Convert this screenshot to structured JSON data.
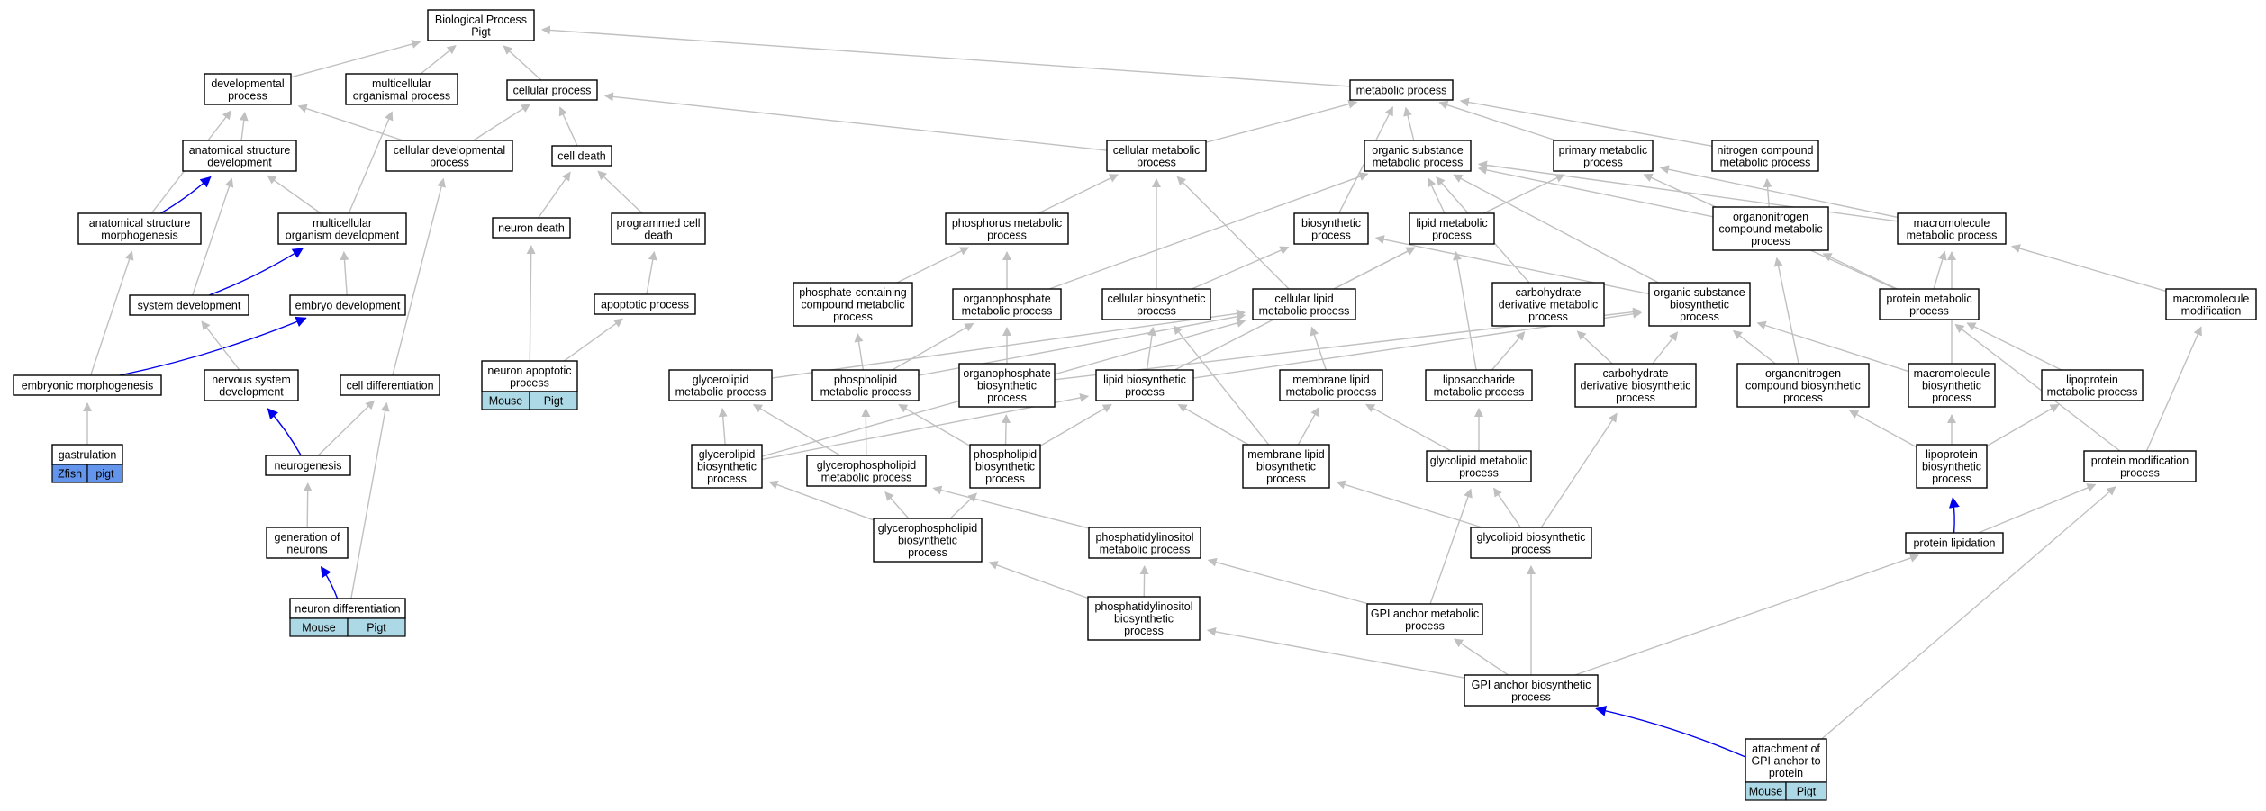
{
  "colors": {
    "edge_default": "#c0c0c0",
    "edge_highlight": "#0000ee",
    "tag_mouse": "#add8e6",
    "tag_zfish": "#6495ed",
    "tag_text_light": "#ffffff",
    "tag_text_dark": "#000000"
  },
  "nodes": [
    {
      "id": "bp",
      "lines": [
        "Biological Process",
        "Pigt"
      ]
    },
    {
      "id": "dev",
      "lines": [
        "developmental",
        "process"
      ]
    },
    {
      "id": "mcp",
      "lines": [
        "multicellular",
        "organismal process"
      ]
    },
    {
      "id": "cellp",
      "lines": [
        "cellular process"
      ]
    },
    {
      "id": "met",
      "lines": [
        "metabolic process"
      ]
    },
    {
      "id": "asd",
      "lines": [
        "anatomical structure",
        "development"
      ]
    },
    {
      "id": "cdp",
      "lines": [
        "cellular developmental",
        "process"
      ]
    },
    {
      "id": "celldeath",
      "lines": [
        "cell death"
      ]
    },
    {
      "id": "cmp",
      "lines": [
        "cellular metabolic",
        "process"
      ]
    },
    {
      "id": "osmp",
      "lines": [
        "organic substance",
        "metabolic process"
      ]
    },
    {
      "id": "pmp",
      "lines": [
        "primary metabolic",
        "process"
      ]
    },
    {
      "id": "ncmp",
      "lines": [
        "nitrogen compound",
        "metabolic process"
      ]
    },
    {
      "id": "asm",
      "lines": [
        "anatomical structure",
        "morphogenesis"
      ]
    },
    {
      "id": "mod",
      "lines": [
        "multicellular",
        "organism development"
      ]
    },
    {
      "id": "ndeath",
      "lines": [
        "neuron death"
      ]
    },
    {
      "id": "pcd",
      "lines": [
        "programmed cell",
        "death"
      ]
    },
    {
      "id": "phmp",
      "lines": [
        "phosphorus metabolic",
        "process"
      ]
    },
    {
      "id": "biop",
      "lines": [
        "biosynthetic",
        "process"
      ]
    },
    {
      "id": "lmp",
      "lines": [
        "lipid metabolic",
        "process"
      ]
    },
    {
      "id": "oncmp",
      "lines": [
        "organonitrogen",
        "compound metabolic",
        "process"
      ]
    },
    {
      "id": "macmp",
      "lines": [
        "macromolecule",
        "metabolic process"
      ]
    },
    {
      "id": "sysdev",
      "lines": [
        "system development"
      ]
    },
    {
      "id": "embdev",
      "lines": [
        "embryo development"
      ]
    },
    {
      "id": "apop",
      "lines": [
        "apoptotic process"
      ]
    },
    {
      "id": "pccmp",
      "lines": [
        "phosphate-containing",
        "compound metabolic",
        "process"
      ]
    },
    {
      "id": "opmp",
      "lines": [
        "organophosphate",
        "metabolic process"
      ]
    },
    {
      "id": "cbp",
      "lines": [
        "cellular biosynthetic",
        "process"
      ]
    },
    {
      "id": "clmp",
      "lines": [
        "cellular lipid",
        "metabolic process"
      ]
    },
    {
      "id": "cdmp",
      "lines": [
        "carbohydrate",
        "derivative metabolic",
        "process"
      ]
    },
    {
      "id": "osbp",
      "lines": [
        "organic substance",
        "biosynthetic",
        "process"
      ]
    },
    {
      "id": "prmp",
      "lines": [
        "protein metabolic",
        "process"
      ]
    },
    {
      "id": "mmod",
      "lines": [
        "macromolecule",
        "modification"
      ]
    },
    {
      "id": "embm",
      "lines": [
        "embryonic morphogenesis"
      ]
    },
    {
      "id": "nsd",
      "lines": [
        "nervous system",
        "development"
      ]
    },
    {
      "id": "celldiff",
      "lines": [
        "cell differentiation"
      ]
    },
    {
      "id": "nap",
      "lines": [
        "neuron apoptotic",
        "process"
      ],
      "tags": [
        {
          "label": "Mouse",
          "kind": "mouse"
        },
        {
          "label": "Pigt",
          "kind": "mouse"
        }
      ]
    },
    {
      "id": "glmp",
      "lines": [
        "glycerolipid",
        "metabolic process"
      ]
    },
    {
      "id": "plmp",
      "lines": [
        "phospholipid",
        "metabolic process"
      ]
    },
    {
      "id": "opbp",
      "lines": [
        "organophosphate",
        "biosynthetic",
        "process"
      ]
    },
    {
      "id": "lbp",
      "lines": [
        "lipid biosynthetic",
        "process"
      ]
    },
    {
      "id": "mlmp",
      "lines": [
        "membrane lipid",
        "metabolic process"
      ]
    },
    {
      "id": "lpsmp",
      "lines": [
        "liposaccharide",
        "metabolic process"
      ]
    },
    {
      "id": "cdbp",
      "lines": [
        "carbohydrate",
        "derivative biosynthetic",
        "process"
      ]
    },
    {
      "id": "oncbp",
      "lines": [
        "organonitrogen",
        "compound biosynthetic",
        "process"
      ]
    },
    {
      "id": "macbp",
      "lines": [
        "macromolecule",
        "biosynthetic",
        "process"
      ]
    },
    {
      "id": "lpmp",
      "lines": [
        "lipoprotein",
        "metabolic process"
      ]
    },
    {
      "id": "gastr",
      "lines": [
        "gastrulation"
      ],
      "tags": [
        {
          "label": "Zfish",
          "kind": "zfish"
        },
        {
          "label": "pigt",
          "kind": "zfish"
        }
      ]
    },
    {
      "id": "neurog",
      "lines": [
        "neurogenesis"
      ]
    },
    {
      "id": "glbp",
      "lines": [
        "glycerolipid",
        "biosynthetic",
        "process"
      ]
    },
    {
      "id": "gpmp",
      "lines": [
        "glycerophospholipid",
        "metabolic process"
      ]
    },
    {
      "id": "plbp",
      "lines": [
        "phospholipid",
        "biosynthetic",
        "process"
      ]
    },
    {
      "id": "mlbp",
      "lines": [
        "membrane lipid",
        "biosynthetic",
        "process"
      ]
    },
    {
      "id": "gclmp",
      "lines": [
        "glycolipid metabolic",
        "process"
      ]
    },
    {
      "id": "lpbp",
      "lines": [
        "lipoprotein",
        "biosynthetic",
        "process"
      ]
    },
    {
      "id": "pmodp",
      "lines": [
        "protein modification",
        "process"
      ]
    },
    {
      "id": "genn",
      "lines": [
        "generation of",
        "neurons"
      ]
    },
    {
      "id": "gpbp",
      "lines": [
        "glycerophospholipid",
        "biosynthetic",
        "process"
      ]
    },
    {
      "id": "pimp",
      "lines": [
        "phosphatidylinositol",
        "metabolic process"
      ]
    },
    {
      "id": "gclbp",
      "lines": [
        "glycolipid biosynthetic",
        "process"
      ]
    },
    {
      "id": "plip",
      "lines": [
        "protein lipidation"
      ]
    },
    {
      "id": "ndiff",
      "lines": [
        "neuron differentiation"
      ],
      "tags": [
        {
          "label": "Mouse",
          "kind": "mouse"
        },
        {
          "label": "Pigt",
          "kind": "mouse"
        }
      ]
    },
    {
      "id": "pibp",
      "lines": [
        "phosphatidylinositol",
        "biosynthetic",
        "process"
      ]
    },
    {
      "id": "gpiamp",
      "lines": [
        "GPI anchor metabolic",
        "process"
      ]
    },
    {
      "id": "gpiabp",
      "lines": [
        "GPI anchor biosynthetic",
        "process"
      ]
    },
    {
      "id": "attach",
      "lines": [
        "attachment of",
        "GPI anchor to",
        "protein"
      ],
      "tags": [
        {
          "label": "Mouse",
          "kind": "mouse"
        },
        {
          "label": "Pigt",
          "kind": "mouse"
        }
      ]
    }
  ],
  "edges": [
    {
      "from": "dev",
      "to": "bp"
    },
    {
      "from": "mcp",
      "to": "bp"
    },
    {
      "from": "cellp",
      "to": "bp"
    },
    {
      "from": "met",
      "to": "bp"
    },
    {
      "from": "asd",
      "to": "dev"
    },
    {
      "from": "cdp",
      "to": "dev"
    },
    {
      "from": "cdp",
      "to": "cellp"
    },
    {
      "from": "celldeath",
      "to": "cellp"
    },
    {
      "from": "cmp",
      "to": "cellp"
    },
    {
      "from": "cmp",
      "to": "met"
    },
    {
      "from": "osmp",
      "to": "met"
    },
    {
      "from": "pmp",
      "to": "met"
    },
    {
      "from": "ncmp",
      "to": "met"
    },
    {
      "from": "asm",
      "to": "asd",
      "hl": true
    },
    {
      "from": "asm",
      "to": "dev"
    },
    {
      "from": "mod",
      "to": "asd"
    },
    {
      "from": "mod",
      "to": "mcp"
    },
    {
      "from": "ndeath",
      "to": "celldeath"
    },
    {
      "from": "pcd",
      "to": "celldeath"
    },
    {
      "from": "phmp",
      "to": "cmp"
    },
    {
      "from": "biop",
      "to": "met"
    },
    {
      "from": "lmp",
      "to": "pmp"
    },
    {
      "from": "lmp",
      "to": "osmp"
    },
    {
      "from": "oncmp",
      "to": "osmp"
    },
    {
      "from": "oncmp",
      "to": "ncmp"
    },
    {
      "from": "macmp",
      "to": "osmp"
    },
    {
      "from": "macmp",
      "to": "pmp"
    },
    {
      "from": "sysdev",
      "to": "mod",
      "hl": true
    },
    {
      "from": "sysdev",
      "to": "asd"
    },
    {
      "from": "embdev",
      "to": "mod"
    },
    {
      "from": "apop",
      "to": "pcd"
    },
    {
      "from": "pccmp",
      "to": "phmp"
    },
    {
      "from": "opmp",
      "to": "phmp"
    },
    {
      "from": "opmp",
      "to": "osmp"
    },
    {
      "from": "cbp",
      "to": "cmp"
    },
    {
      "from": "cbp",
      "to": "biop"
    },
    {
      "from": "clmp",
      "to": "cmp"
    },
    {
      "from": "clmp",
      "to": "lmp"
    },
    {
      "from": "cdmp",
      "to": "osmp"
    },
    {
      "from": "osbp",
      "to": "osmp"
    },
    {
      "from": "osbp",
      "to": "biop"
    },
    {
      "from": "prmp",
      "to": "macmp"
    },
    {
      "from": "prmp",
      "to": "oncmp"
    },
    {
      "from": "prmp",
      "to": "pmp"
    },
    {
      "from": "mmod",
      "to": "macmp"
    },
    {
      "from": "embm",
      "to": "embdev",
      "hl": true
    },
    {
      "from": "embm",
      "to": "asm"
    },
    {
      "from": "nsd",
      "to": "sysdev"
    },
    {
      "from": "celldiff",
      "to": "cdp"
    },
    {
      "from": "nap",
      "to": "ndeath"
    },
    {
      "from": "nap",
      "to": "apop"
    },
    {
      "from": "glmp",
      "to": "clmp"
    },
    {
      "from": "plmp",
      "to": "pccmp"
    },
    {
      "from": "plmp",
      "to": "opmp"
    },
    {
      "from": "plmp",
      "to": "clmp"
    },
    {
      "from": "opbp",
      "to": "opmp"
    },
    {
      "from": "opbp",
      "to": "osbp"
    },
    {
      "from": "lbp",
      "to": "lmp"
    },
    {
      "from": "lbp",
      "to": "cbp"
    },
    {
      "from": "lbp",
      "to": "osbp"
    },
    {
      "from": "mlmp",
      "to": "clmp"
    },
    {
      "from": "lpsmp",
      "to": "cdmp"
    },
    {
      "from": "lpsmp",
      "to": "lmp"
    },
    {
      "from": "cdbp",
      "to": "cdmp"
    },
    {
      "from": "cdbp",
      "to": "osbp"
    },
    {
      "from": "oncbp",
      "to": "osbp"
    },
    {
      "from": "oncbp",
      "to": "oncmp"
    },
    {
      "from": "macbp",
      "to": "osbp"
    },
    {
      "from": "macbp",
      "to": "macmp"
    },
    {
      "from": "lpmp",
      "to": "prmp"
    },
    {
      "from": "gastr",
      "to": "embm"
    },
    {
      "from": "neurog",
      "to": "nsd",
      "hl": true
    },
    {
      "from": "neurog",
      "to": "celldiff"
    },
    {
      "from": "glbp",
      "to": "glmp"
    },
    {
      "from": "glbp",
      "to": "lbp"
    },
    {
      "from": "glbp",
      "to": "clmp"
    },
    {
      "from": "gpmp",
      "to": "glmp"
    },
    {
      "from": "gpmp",
      "to": "plmp"
    },
    {
      "from": "plbp",
      "to": "plmp"
    },
    {
      "from": "plbp",
      "to": "opbp"
    },
    {
      "from": "plbp",
      "to": "lbp"
    },
    {
      "from": "mlbp",
      "to": "mlmp"
    },
    {
      "from": "mlbp",
      "to": "lbp"
    },
    {
      "from": "mlbp",
      "to": "cbp"
    },
    {
      "from": "gclmp",
      "to": "mlmp"
    },
    {
      "from": "gclmp",
      "to": "lpsmp"
    },
    {
      "from": "lpbp",
      "to": "macbp"
    },
    {
      "from": "lpbp",
      "to": "lpmp"
    },
    {
      "from": "lpbp",
      "to": "oncbp"
    },
    {
      "from": "pmodp",
      "to": "mmod"
    },
    {
      "from": "pmodp",
      "to": "prmp"
    },
    {
      "from": "genn",
      "to": "neurog"
    },
    {
      "from": "gpbp",
      "to": "gpmp"
    },
    {
      "from": "gpbp",
      "to": "plbp"
    },
    {
      "from": "gpbp",
      "to": "glbp"
    },
    {
      "from": "pimp",
      "to": "gpmp"
    },
    {
      "from": "gclbp",
      "to": "gclmp"
    },
    {
      "from": "gclbp",
      "to": "mlbp"
    },
    {
      "from": "gclbp",
      "to": "cdbp"
    },
    {
      "from": "plip",
      "to": "lpbp",
      "hl": true
    },
    {
      "from": "plip",
      "to": "pmodp"
    },
    {
      "from": "ndiff",
      "to": "genn",
      "hl": true
    },
    {
      "from": "ndiff",
      "to": "celldiff"
    },
    {
      "from": "pibp",
      "to": "pimp"
    },
    {
      "from": "pibp",
      "to": "gpbp"
    },
    {
      "from": "gpiamp",
      "to": "gclmp"
    },
    {
      "from": "gpiamp",
      "to": "pimp"
    },
    {
      "from": "gpiabp",
      "to": "gpiamp"
    },
    {
      "from": "gpiabp",
      "to": "gclbp"
    },
    {
      "from": "gpiabp",
      "to": "pibp"
    },
    {
      "from": "gpiabp",
      "to": "plip"
    },
    {
      "from": "attach",
      "to": "gpiabp",
      "hl": true
    },
    {
      "from": "attach",
      "to": "pmodp"
    }
  ]
}
